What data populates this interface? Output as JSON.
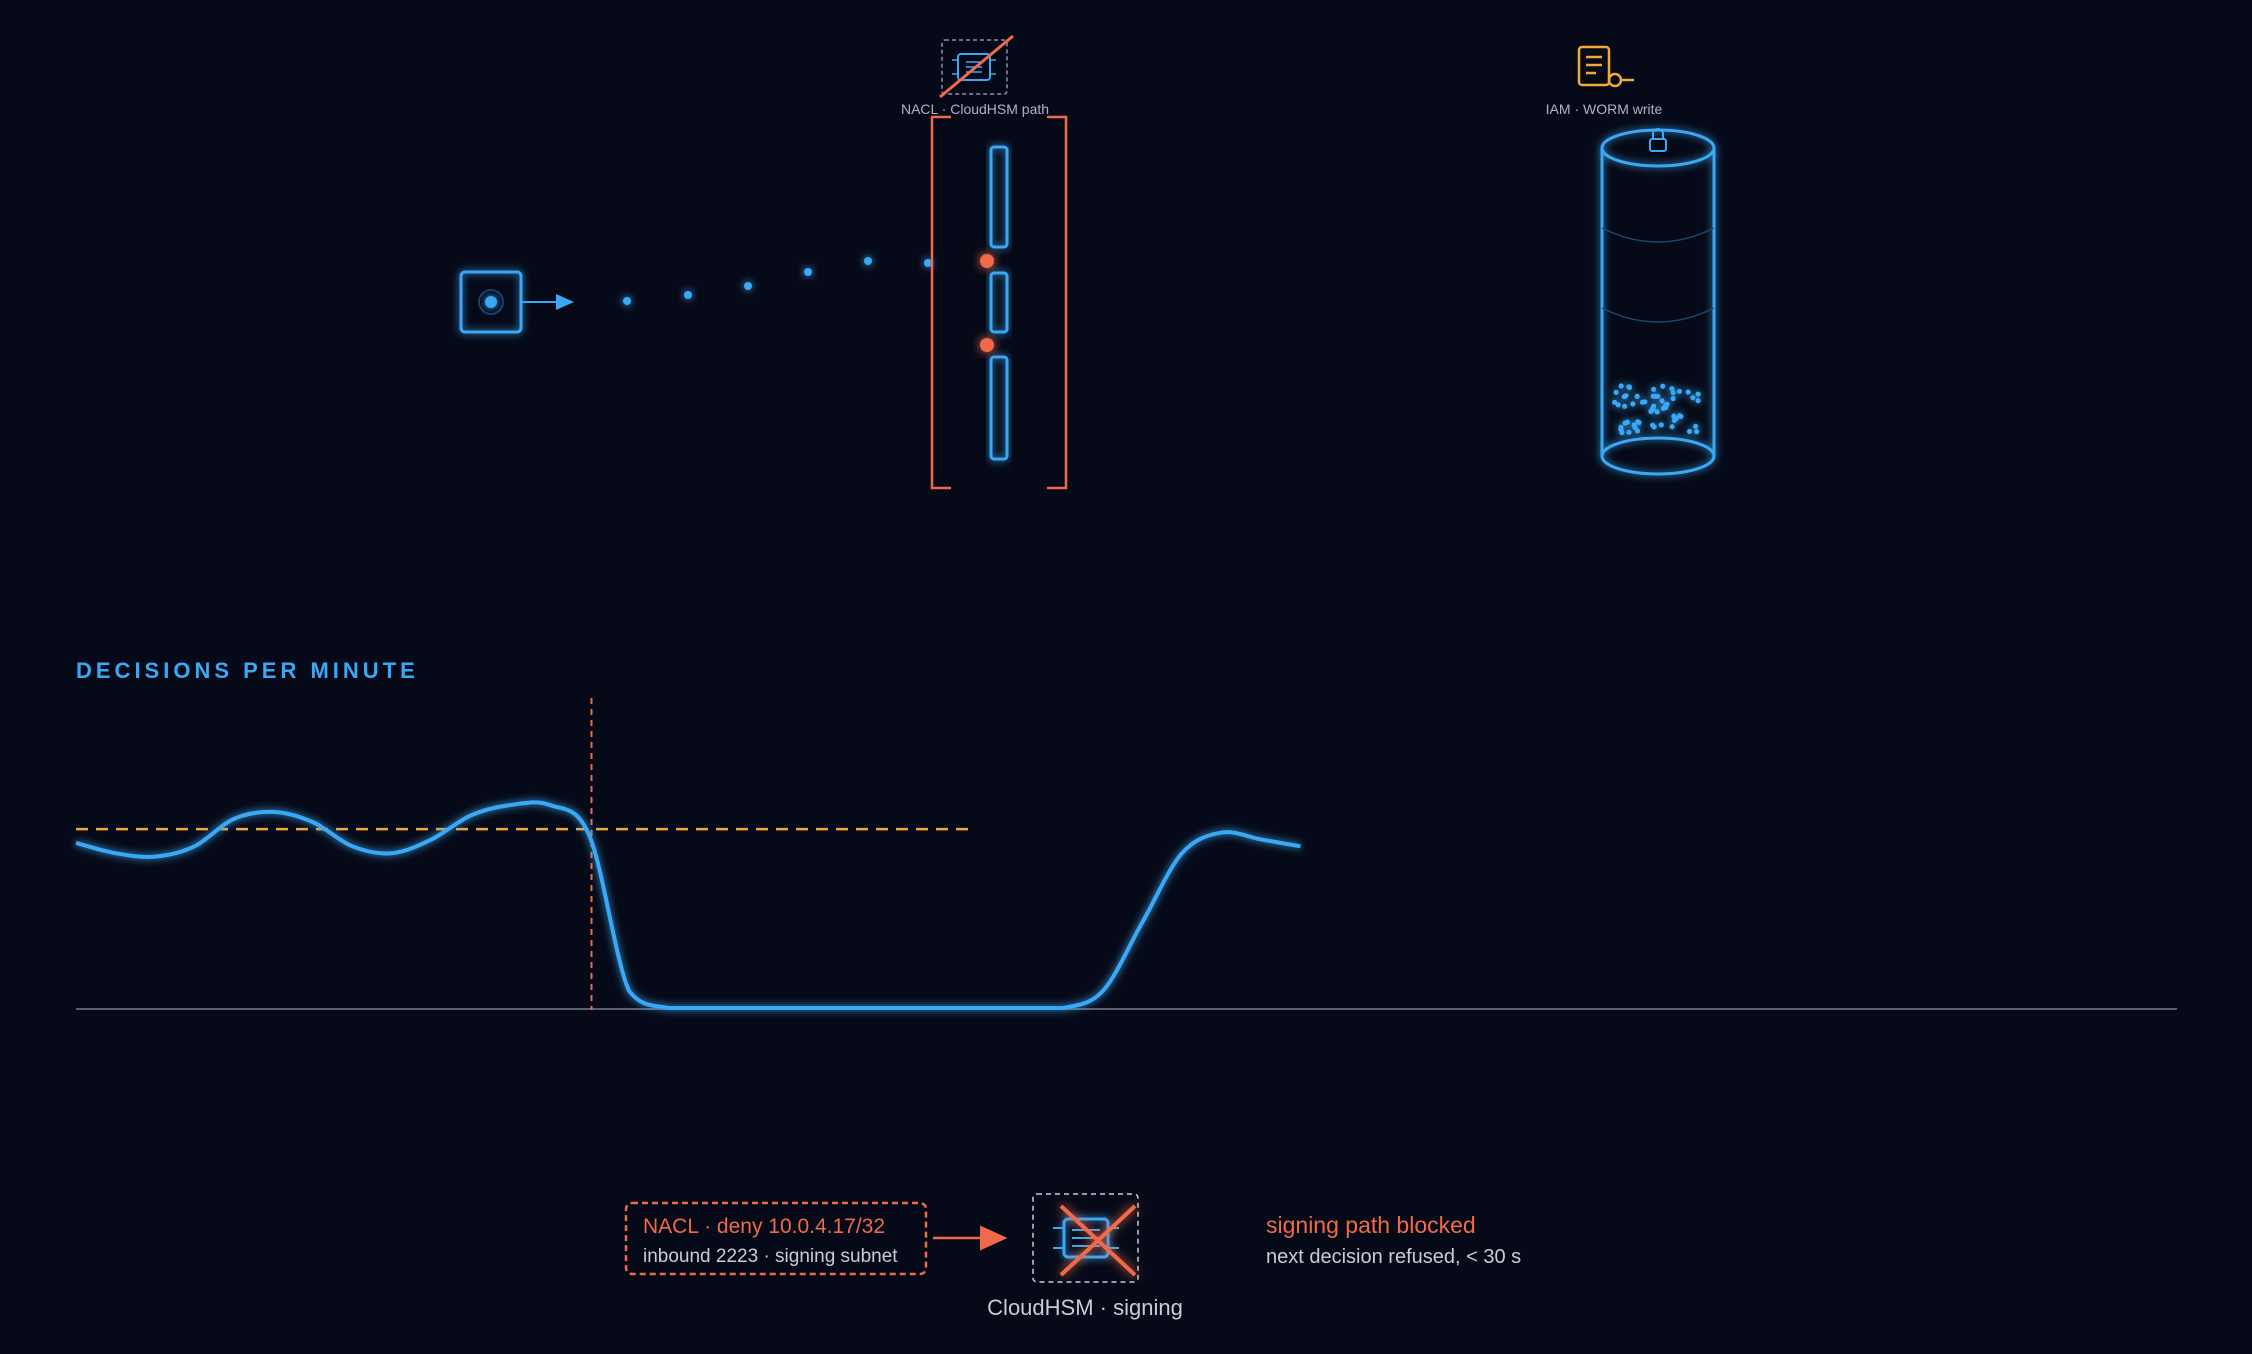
{
  "colors": {
    "background": "#060a18",
    "accent_blue": "#3aa8f5",
    "alert_orange": "#f06a4a",
    "warn_amber": "#f2a93b",
    "text_muted": "#aeb4c2",
    "baseline": "#5a6070"
  },
  "topology": {
    "source": {
      "icon": "source-node-icon"
    },
    "nacl_gate": {
      "label": "NACL · CloudHSM path",
      "icon": "blocked-chip-icon"
    },
    "worm_store": {
      "label": "IAM · WORM write",
      "icon": "policy-document-key-icon",
      "lock_icon": "lock-icon"
    }
  },
  "chart": {
    "title": "DECISIONS PER MINUTE"
  },
  "chart_data": {
    "type": "line",
    "title": "DECISIONS PER MINUTE",
    "xlabel": "",
    "ylabel": "",
    "series": [
      {
        "values": [
          0.48,
          0.45,
          0.44,
          0.47,
          0.55,
          0.57,
          0.54,
          0.47,
          0.45,
          0.49,
          0.56,
          0.59,
          0.59,
          0.5,
          0.05,
          0,
          0,
          0,
          0,
          0,
          0,
          0,
          0,
          0,
          0,
          0,
          0.05,
          0.25,
          0.45,
          0.51,
          0.49,
          0.47
        ]
      }
    ],
    "reference_level": 0.52,
    "event_marker_index": 13,
    "grid": false
  },
  "event": {
    "rule_line1": "NACL · deny 10.0.4.17/32",
    "rule_line2": "inbound 2223 · signing subnet",
    "target_label": "CloudHSM · signing",
    "status_title": "signing path blocked",
    "status_detail": "next decision refused, < 30 s"
  }
}
